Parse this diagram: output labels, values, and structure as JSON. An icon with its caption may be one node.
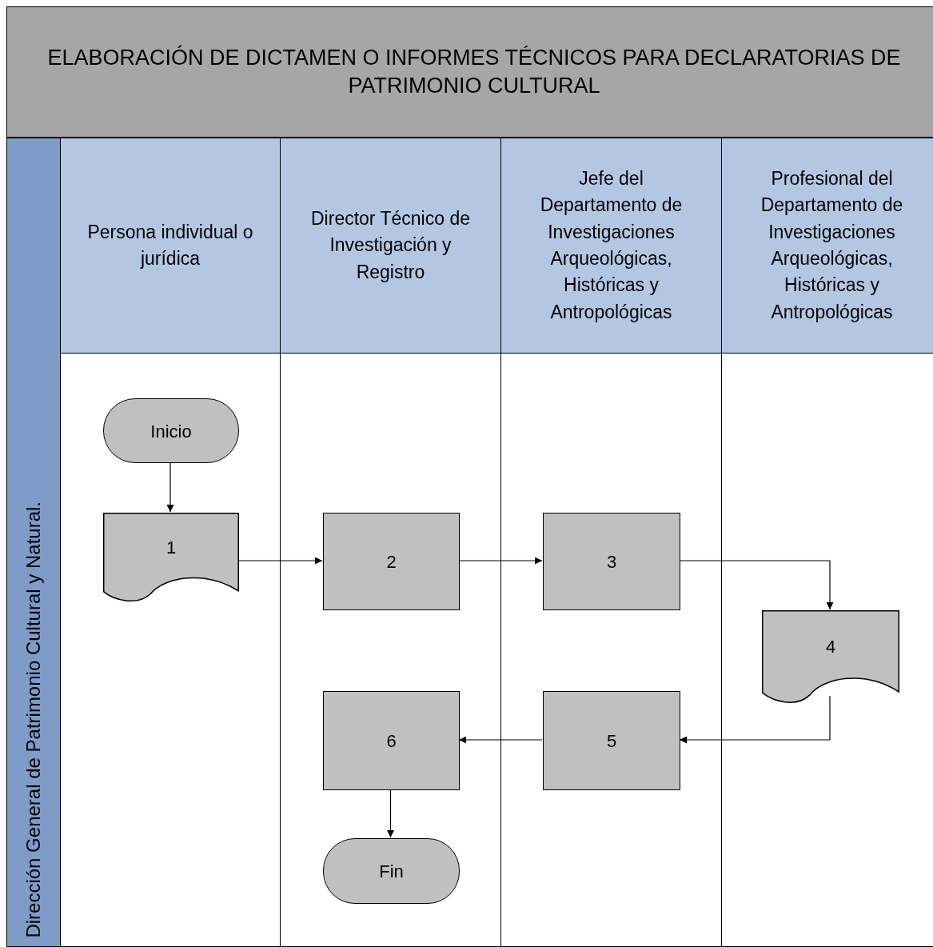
{
  "diagram": {
    "title": "ELABORACIÓN DE DICTAMEN O INFORMES TÉCNICOS PARA DECLARATORIAS DE PATRIMONIO CULTURAL",
    "nodes": [
      {
        "text": [
          "Dirección General de Patrimonio Cultural y Natural."
        ]
      },
      {
        "text": [
          "Persona individual o jurídica"
        ],
        "in": 0
      },
      {
        "text": [
          "Director Técnico de Investigación y Registro"
        ],
        "in": 0
      },
      {
        "text": [
          "Jefe del Departamento de Investigaciones Arqueológicas, Históricas y Antropológicas"
        ],
        "in": 0
      },
      {
        "text": [
          "Profesional del Departamento de Investigaciones Arqueológicas, Históricas y Antropológicas"
        ],
        "in": 0
      },
      {
        "text": [
          "Inicio"
        ],
        "in": 1
      },
      {
        "text": [
          "1"
        ],
        "in": 1
      },
      {
        "text": [
          "2"
        ],
        "in": 2
      },
      {
        "text": [
          "3"
        ],
        "in": 3
      },
      {
        "text": [
          "4"
        ],
        "in": 4
      },
      {
        "text": [
          "5"
        ],
        "in": 3
      },
      {
        "text": [
          "6"
        ],
        "in": 2
      },
      {
        "text": [
          "Fin"
        ],
        "in": 2
      }
    ],
    "edges": [
      {
        "from": 5,
        "to": 6,
        "arrow": "to"
      },
      {
        "from": 6,
        "to": 7,
        "arrow": "to"
      },
      {
        "from": 7,
        "to": 8,
        "arrow": "to"
      },
      {
        "from": 8,
        "to": 9,
        "arrow": "to"
      },
      {
        "from": 9,
        "to": 10,
        "arrow": "to"
      },
      {
        "from": 10,
        "to": 11,
        "arrow": "to"
      },
      {
        "from": 11,
        "to": 12,
        "arrow": "to"
      }
    ]
  }
}
